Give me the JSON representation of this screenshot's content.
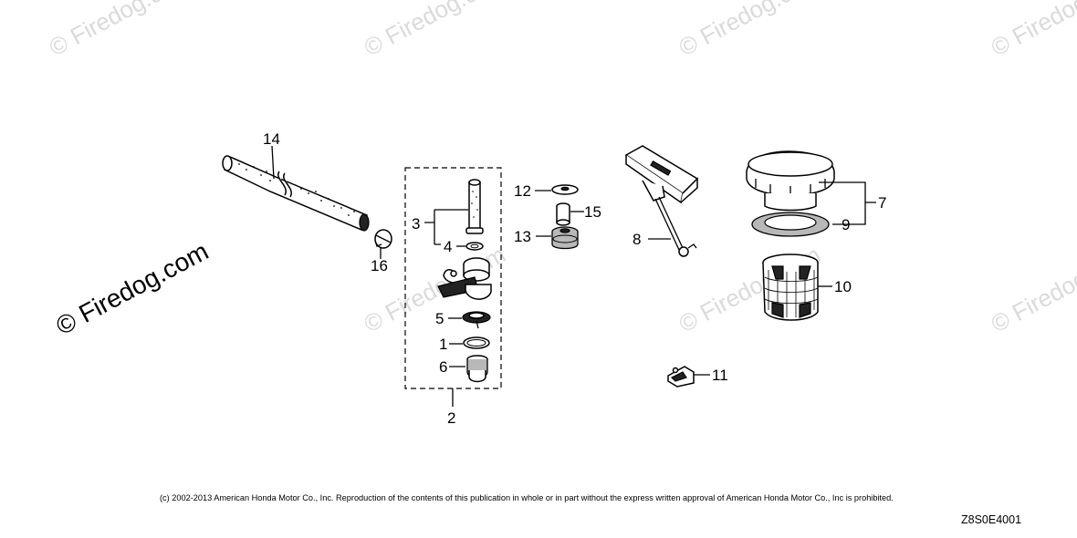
{
  "watermarks": {
    "repeated": "© Firedog.com",
    "left_large": "© Firedog.com"
  },
  "callouts": {
    "c1": "1",
    "c2": "2",
    "c3": "3",
    "c4": "4",
    "c5": "5",
    "c6": "6",
    "c7": "7",
    "c8": "8",
    "c9": "9",
    "c10": "10",
    "c11": "11",
    "c12": "12",
    "c13": "13",
    "c14": "14",
    "c15": "15",
    "c16": "16"
  },
  "footer": {
    "copyright": "(c) 2002-2013 American Honda Motor Co., Inc. Reproduction of the contents of this publication in whole or in part without the express written approval of American Honda Motor Co., Inc is prohibited.",
    "diagram_code": "Z8S0E4001"
  }
}
